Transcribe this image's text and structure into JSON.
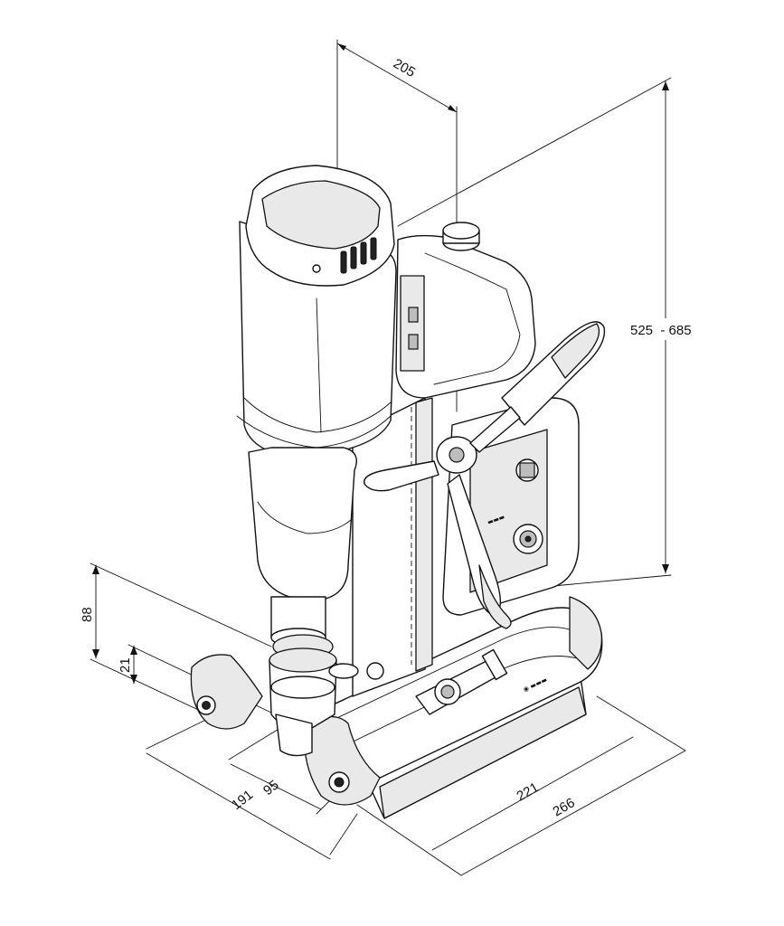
{
  "dimensions": {
    "top_width": "205",
    "height_range": "525  - 685",
    "column_height": "88",
    "small_height": "21",
    "spindle_offset": "95",
    "base_depth": "191",
    "base_width_inner": "221",
    "base_width_outer": "266"
  }
}
